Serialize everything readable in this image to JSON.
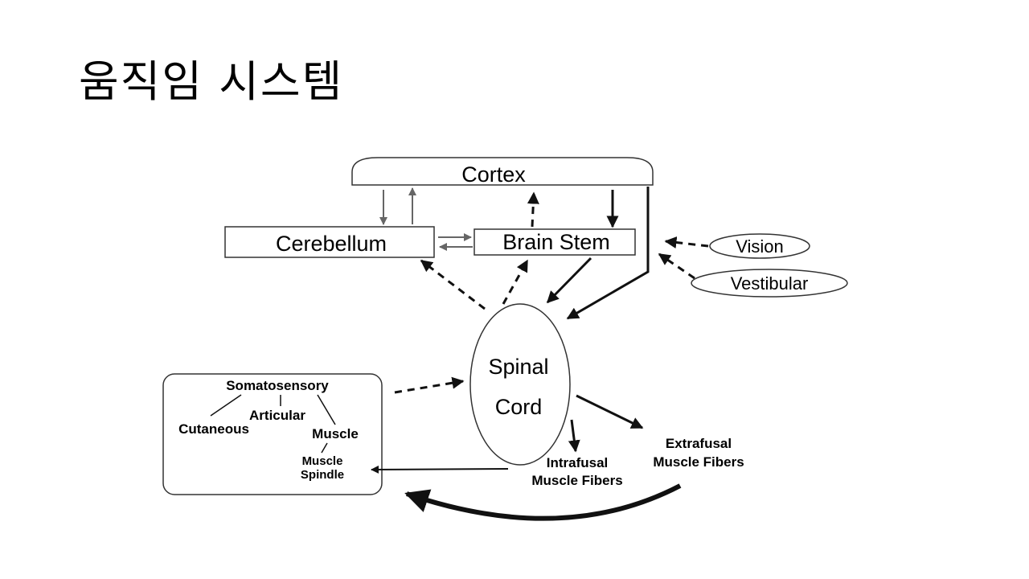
{
  "slide": {
    "title": "움직임 시스템"
  },
  "diagram": {
    "nodes": {
      "cortex": "Cortex",
      "cerebellum": "Cerebellum",
      "brain_stem": "Brain Stem",
      "vision": "Vision",
      "vestibular": "Vestibular",
      "spinal_line1": "Spinal",
      "spinal_line2": "Cord",
      "somatosensory": "Somatosensory",
      "articular": "Articular",
      "cutaneous": "Cutaneous",
      "muscle": "Muscle",
      "spindle_line1": "Muscle",
      "spindle_line2": "Spindle",
      "intrafusal_line1": "Intrafusal",
      "intrafusal_line2": "Muscle Fibers",
      "extrafusal_line1": "Extrafusal",
      "extrafusal_line2": "Muscle Fibers"
    }
  }
}
